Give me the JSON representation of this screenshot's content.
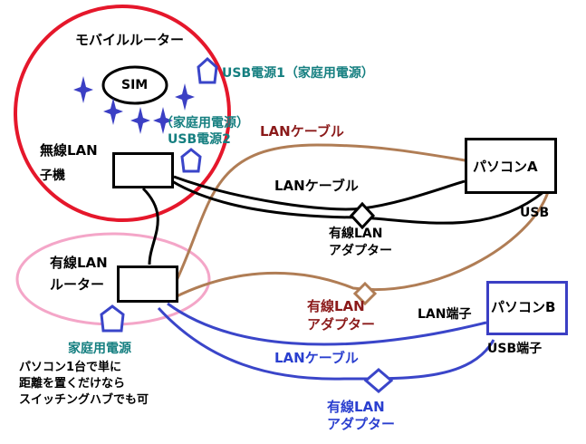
{
  "labels": {
    "mobile_router": "モバイルルーター",
    "sim": "SIM",
    "usb_power1": "USB電源1（家庭用電源）",
    "usb_power2_top": "（家庭用電源）",
    "usb_power2_bottom": "USB電源2",
    "wireless_lan_line1": "無線LAN",
    "wireless_lan_line2": "子機",
    "lan_cable_brown": "LANケーブル",
    "lan_cable_black": "LANケーブル",
    "lan_cable_blue": "LANケーブル",
    "pc_a": "パソコンA",
    "usb": "USB",
    "adapter_black_line1": "有線LAN",
    "adapter_black_line2": "アダプター",
    "wired_router_line1": "有線LAN",
    "wired_router_line2": "ルーター",
    "adapter_brown_line1": "有線LAN",
    "adapter_brown_line2": "アダプター",
    "lan_port": "LAN端子",
    "pc_b": "パソコンB",
    "usb_port": "USB端子",
    "home_power": "家庭用電源",
    "note_line1": "パソコン1台で単に",
    "note_line2": "距離を置くだけなら",
    "note_line3": "スイッチングハブでも可",
    "adapter_blue_line1": "有線LAN",
    "adapter_blue_line2": "アダプター"
  },
  "colors": {
    "mobile_router_circle": "#e5172b",
    "wired_router_ellipse": "#f4a6c8",
    "brown_cable": "#b07d55",
    "black_cable": "#000000",
    "blue_cable": "#3a45c9",
    "pc_b_border": "#3b3fc4",
    "star": "#3b3fc4"
  }
}
